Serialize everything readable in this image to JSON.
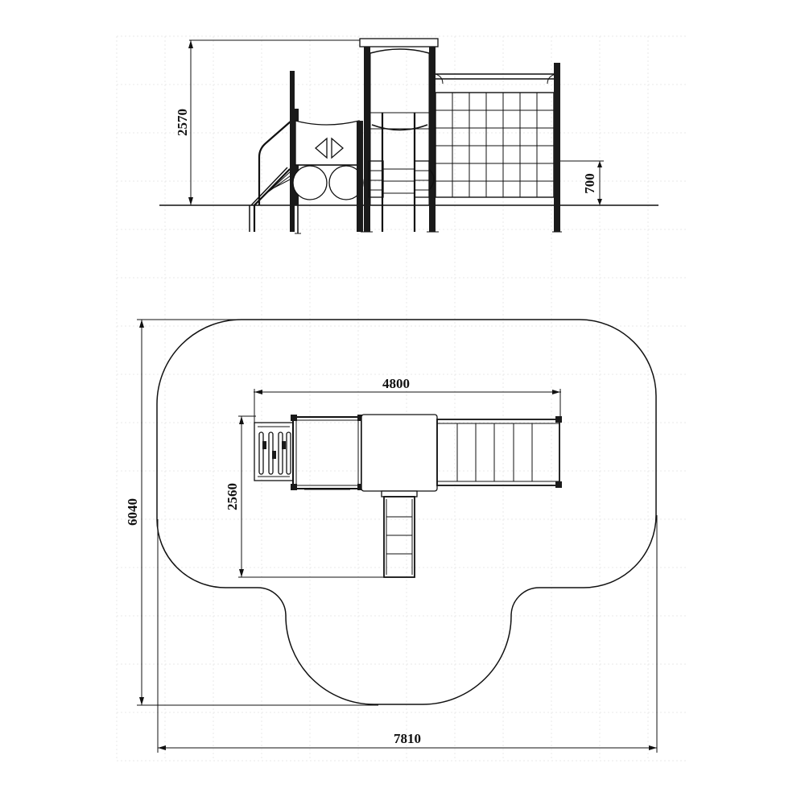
{
  "dimensions": {
    "elevation_height": "2570",
    "elevation_platform_height": "700",
    "plan_structure_width": "4800",
    "plan_structure_depth": "2560",
    "plan_zone_depth": "6040",
    "plan_zone_width": "7810"
  }
}
